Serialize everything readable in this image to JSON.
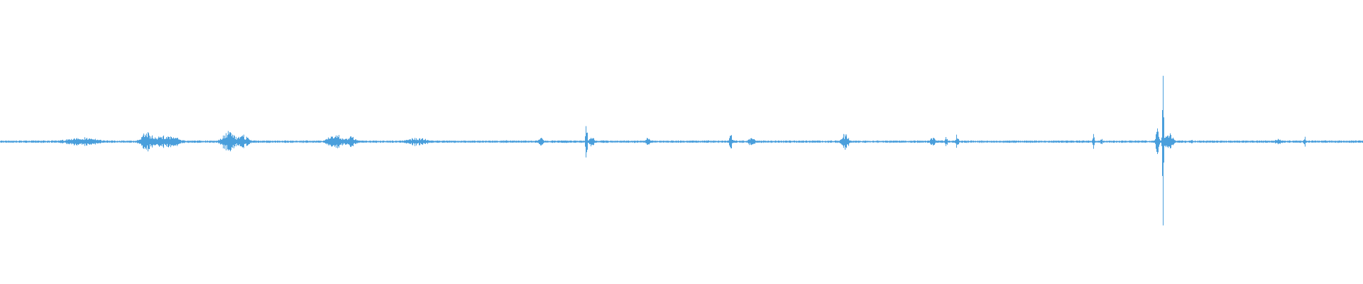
{
  "waveform": {
    "wave_color": "#4a9fdc",
    "background_color": "#ffffff",
    "duration_fraction_markers": [],
    "bursts": [
      {
        "pos": 0.035,
        "amp": 0.01,
        "spread": 0.012
      },
      {
        "pos": 0.06,
        "amp": 0.03,
        "spread": 0.015
      },
      {
        "pos": 0.108,
        "amp": 0.065,
        "spread": 0.006
      },
      {
        "pos": 0.122,
        "amp": 0.05,
        "spread": 0.01
      },
      {
        "pos": 0.168,
        "amp": 0.075,
        "spread": 0.006
      },
      {
        "pos": 0.178,
        "amp": 0.045,
        "spread": 0.005
      },
      {
        "pos": 0.246,
        "amp": 0.05,
        "spread": 0.007
      },
      {
        "pos": 0.257,
        "amp": 0.04,
        "spread": 0.005
      },
      {
        "pos": 0.306,
        "amp": 0.03,
        "spread": 0.01
      },
      {
        "pos": 0.372,
        "amp": 0.012,
        "spread": 0.004
      },
      {
        "pos": 0.397,
        "amp": 0.035,
        "spread": 0.002
      },
      {
        "pos": 0.43,
        "amp": 0.16,
        "spread": 0.0008
      },
      {
        "pos": 0.434,
        "amp": 0.04,
        "spread": 0.002
      },
      {
        "pos": 0.475,
        "amp": 0.04,
        "spread": 0.0015
      },
      {
        "pos": 0.536,
        "amp": 0.05,
        "spread": 0.0015
      },
      {
        "pos": 0.551,
        "amp": 0.03,
        "spread": 0.003
      },
      {
        "pos": 0.62,
        "amp": 0.06,
        "spread": 0.003
      },
      {
        "pos": 0.684,
        "amp": 0.04,
        "spread": 0.002
      },
      {
        "pos": 0.694,
        "amp": 0.045,
        "spread": 0.001
      },
      {
        "pos": 0.702,
        "amp": 0.06,
        "spread": 0.0012
      },
      {
        "pos": 0.802,
        "amp": 0.055,
        "spread": 0.001
      },
      {
        "pos": 0.808,
        "amp": 0.02,
        "spread": 0.002
      },
      {
        "pos": 0.849,
        "amp": 0.2,
        "spread": 0.0012
      },
      {
        "pos": 0.853,
        "amp": 0.62,
        "spread": 0.0006
      },
      {
        "pos": 0.857,
        "amp": 0.07,
        "spread": 0.004
      },
      {
        "pos": 0.874,
        "amp": 0.02,
        "spread": 0.001
      },
      {
        "pos": 0.938,
        "amp": 0.02,
        "spread": 0.004
      },
      {
        "pos": 0.957,
        "amp": 0.04,
        "spread": 0.0008
      }
    ]
  }
}
